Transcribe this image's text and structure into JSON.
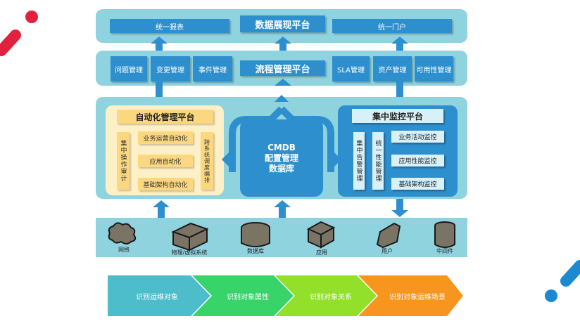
{
  "layers": {
    "presentation": {
      "title": "数据展现平台",
      "items": [
        "统一报表",
        "统一门户"
      ]
    },
    "process": {
      "title": "流程管理平台",
      "items": [
        "问题管理",
        "变更管理",
        "事件管理",
        "SLA管理",
        "资产管理",
        "可用性管理"
      ]
    },
    "automation": {
      "title": "自动化管理平台",
      "left_vertical": "集中操作审计",
      "items": [
        "业务运营自动化",
        "应用自动化",
        "基础架构自动化"
      ],
      "right_vertical": "跨系统调度编排"
    },
    "cmdb": {
      "line1": "CMDB",
      "line2": "配置管理",
      "line3": "数据库"
    },
    "monitoring": {
      "title": "集中监控平台",
      "vertical1": "集中告警管理",
      "vertical2": "统一性能管理",
      "items": [
        "业务活动监控",
        "应用性能监控",
        "基础架构监控"
      ]
    },
    "resources": [
      {
        "label": "网络",
        "icon": "cloud-network-icon"
      },
      {
        "label": "物理/虚拟系统",
        "icon": "server-box-icon"
      },
      {
        "label": "数据库",
        "icon": "database-icon"
      },
      {
        "label": "应用",
        "icon": "application-box-icon"
      },
      {
        "label": "用户",
        "icon": "user-network-icon"
      },
      {
        "label": "中间件",
        "icon": "middleware-cylinder-icon"
      }
    ]
  },
  "steps": [
    {
      "label": "识别运维对象",
      "color": "#4dbccb"
    },
    {
      "label": "识别对象属性",
      "color": "#38d46a"
    },
    {
      "label": "识别对象关系",
      "color": "#92e02a"
    },
    {
      "label": "识别对象运维场景",
      "color": "#f7951e"
    }
  ],
  "colors": {
    "band": "#8fd3df",
    "blue": "#2e8fce",
    "yellow_panel": "#fdefc6",
    "yellow_box": "#fbd880",
    "light_box": "#d8f1f8",
    "icon_fill": "#7a7465",
    "decor_red": "#e0223f",
    "decor_blue": "#1b8ad1"
  }
}
